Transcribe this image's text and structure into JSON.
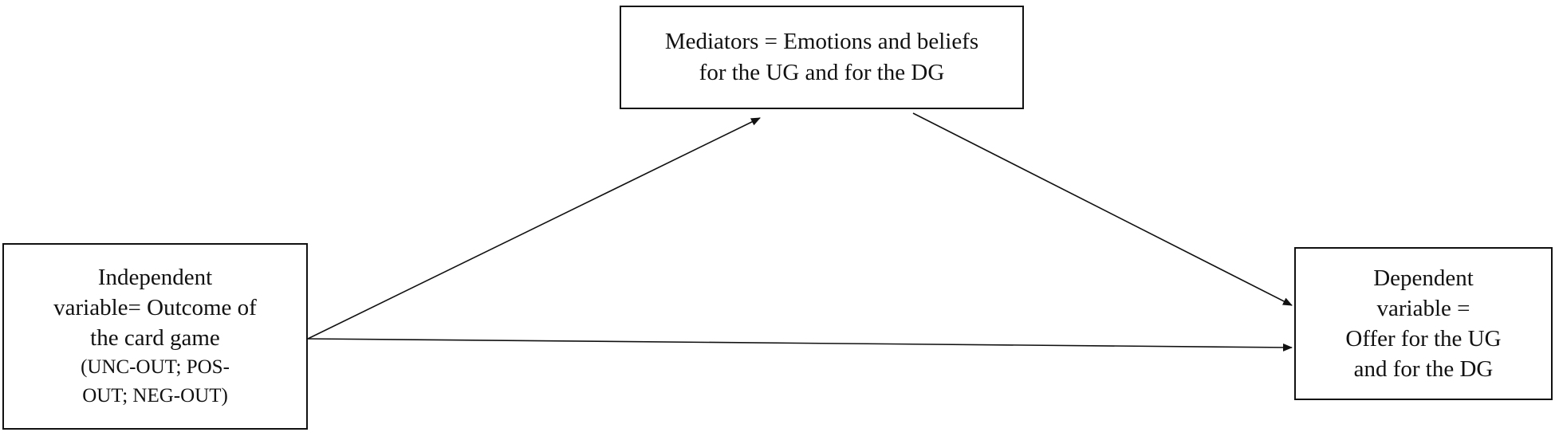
{
  "diagram": {
    "mediators": {
      "lines": [
        "Mediators = Emotions and beliefs",
        "for the UG and for the DG"
      ]
    },
    "independent": {
      "lines": [
        "Independent",
        "variable= Outcome of",
        "the card game"
      ],
      "small_lines": [
        "(UNC-OUT; POS-",
        "OUT; NEG-OUT)"
      ]
    },
    "dependent": {
      "lines": [
        "Dependent",
        "variable =",
        "Offer for the UG",
        "and for the DG"
      ]
    },
    "edges": [
      {
        "from": "independent",
        "to": "mediators"
      },
      {
        "from": "mediators",
        "to": "dependent"
      },
      {
        "from": "independent",
        "to": "dependent"
      }
    ],
    "colors": {
      "stroke": "#111111",
      "background": "#ffffff"
    }
  }
}
